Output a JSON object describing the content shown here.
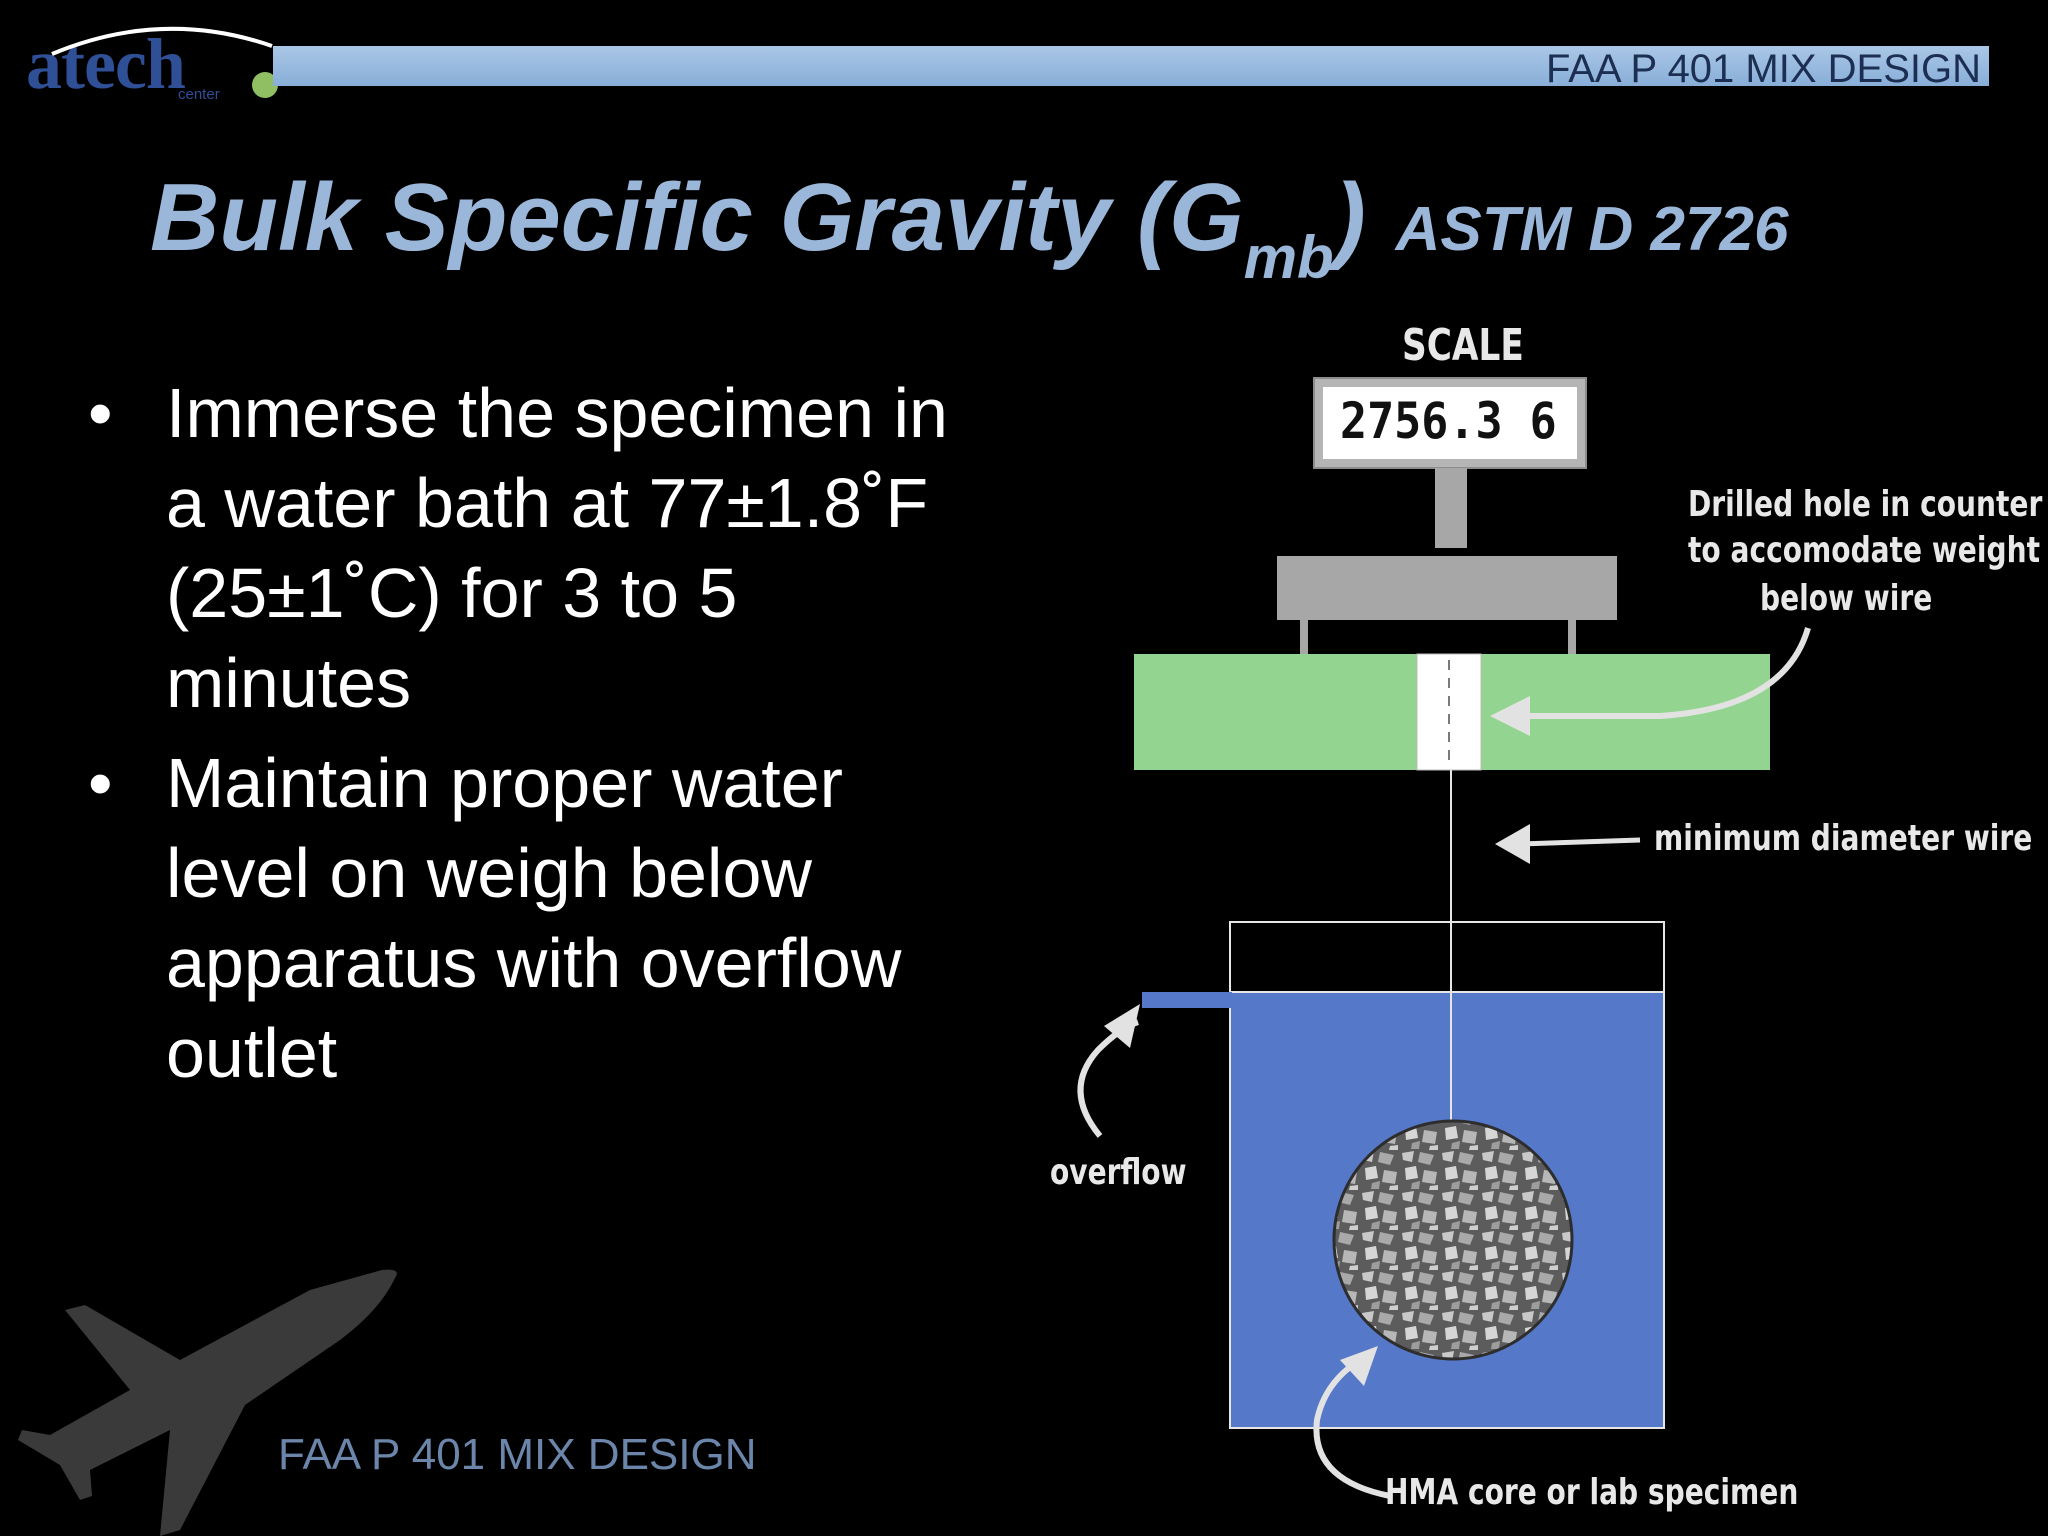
{
  "logo": {
    "wordmark": "atech",
    "subtext": "center"
  },
  "header": {
    "title": "FAA P 401 MIX DESIGN"
  },
  "slide": {
    "title": "Bulk Specific Gravity (G",
    "title_subscript": "mb",
    "title_close": ")",
    "standard": "ASTM D 2726"
  },
  "bullets": [
    "Immerse the specimen in a water bath at 77±1.8˚F (25±1˚C) for 3 to 5 minutes",
    "Maintain proper water level on weigh below apparatus with overflow outlet"
  ],
  "bullet_glyph": "•",
  "footer": {
    "text": "FAA P 401 MIX DESIGN"
  },
  "diagram": {
    "scale_label": "SCALE",
    "scale_reading": "2756.3 6",
    "hole_label_lines": [
      "Drilled hole in counter",
      "to accomodate weight",
      "below wire"
    ],
    "wire_label": "minimum diameter wire",
    "overflow_label": "overflow",
    "specimen_label": "HMA core or lab specimen"
  },
  "colors": {
    "background": "#000000",
    "title": "#9ab6d9",
    "header_bar": "#99bbe0",
    "counter": "#93d590",
    "water": "#5578c8",
    "scale_body": "#a7a7a7",
    "specimen": "#666666"
  },
  "icons": [
    "airplane-silhouette-icon",
    "arrow-icon"
  ]
}
